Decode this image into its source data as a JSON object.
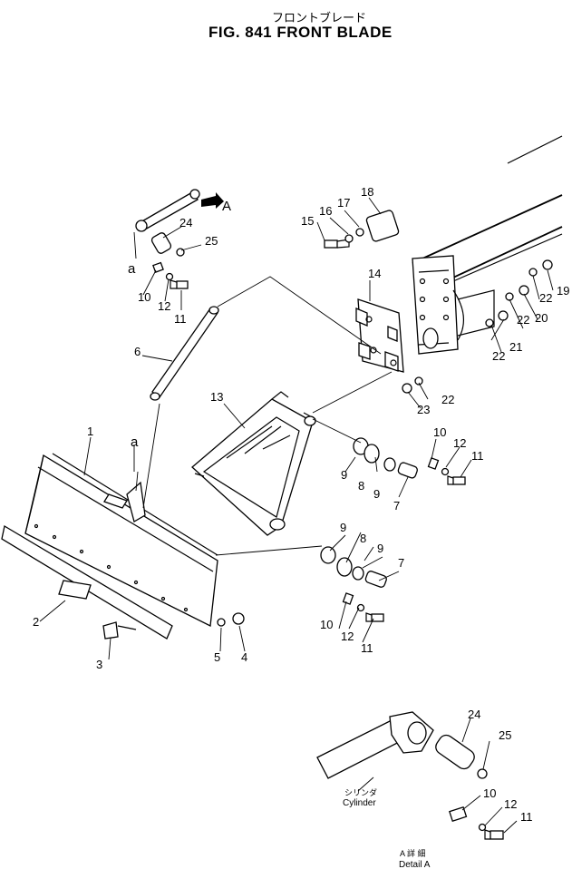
{
  "header": {
    "title_jp": "フロントブレード",
    "title": "FIG. 841  FRONT BLADE"
  },
  "view_marker": "A",
  "callouts": [
    {
      "id": "c1",
      "text": "1"
    },
    {
      "id": "c2",
      "text": "2"
    },
    {
      "id": "c3",
      "text": "3"
    },
    {
      "id": "c4",
      "text": "4"
    },
    {
      "id": "c5",
      "text": "5"
    },
    {
      "id": "c6",
      "text": "6"
    },
    {
      "id": "c7a",
      "text": "7"
    },
    {
      "id": "c7b",
      "text": "7"
    },
    {
      "id": "c8a",
      "text": "8"
    },
    {
      "id": "c8b",
      "text": "8"
    },
    {
      "id": "c9a",
      "text": "9"
    },
    {
      "id": "c9b",
      "text": "9"
    },
    {
      "id": "c9c",
      "text": "9"
    },
    {
      "id": "c9d",
      "text": "9"
    },
    {
      "id": "c10a",
      "text": "10"
    },
    {
      "id": "c10b",
      "text": "10"
    },
    {
      "id": "c10c",
      "text": "10"
    },
    {
      "id": "c10d",
      "text": "10"
    },
    {
      "id": "c11a",
      "text": "11"
    },
    {
      "id": "c11b",
      "text": "11"
    },
    {
      "id": "c11c",
      "text": "11"
    },
    {
      "id": "c11d",
      "text": "11"
    },
    {
      "id": "c12a",
      "text": "12"
    },
    {
      "id": "c12b",
      "text": "12"
    },
    {
      "id": "c12c",
      "text": "12"
    },
    {
      "id": "c12d",
      "text": "12"
    },
    {
      "id": "c13",
      "text": "13"
    },
    {
      "id": "c14",
      "text": "14"
    },
    {
      "id": "c15",
      "text": "15"
    },
    {
      "id": "c16",
      "text": "16"
    },
    {
      "id": "c17",
      "text": "17"
    },
    {
      "id": "c18",
      "text": "18"
    },
    {
      "id": "c19",
      "text": "19"
    },
    {
      "id": "c20",
      "text": "20"
    },
    {
      "id": "c21",
      "text": "21"
    },
    {
      "id": "c22a",
      "text": "22"
    },
    {
      "id": "c22b",
      "text": "22"
    },
    {
      "id": "c22c",
      "text": "22"
    },
    {
      "id": "c22d",
      "text": "22"
    },
    {
      "id": "c23",
      "text": "23"
    },
    {
      "id": "c24a",
      "text": "24"
    },
    {
      "id": "c24b",
      "text": "24"
    },
    {
      "id": "c25a",
      "text": "25"
    },
    {
      "id": "c25b",
      "text": "25"
    },
    {
      "id": "ca1",
      "text": "a"
    },
    {
      "id": "ca2",
      "text": "a"
    }
  ],
  "detail": {
    "cylinder_jp": "シリンダ",
    "cylinder_en": "Cylinder",
    "label_jp": "A  詳  細",
    "label_en": "Detail A"
  }
}
